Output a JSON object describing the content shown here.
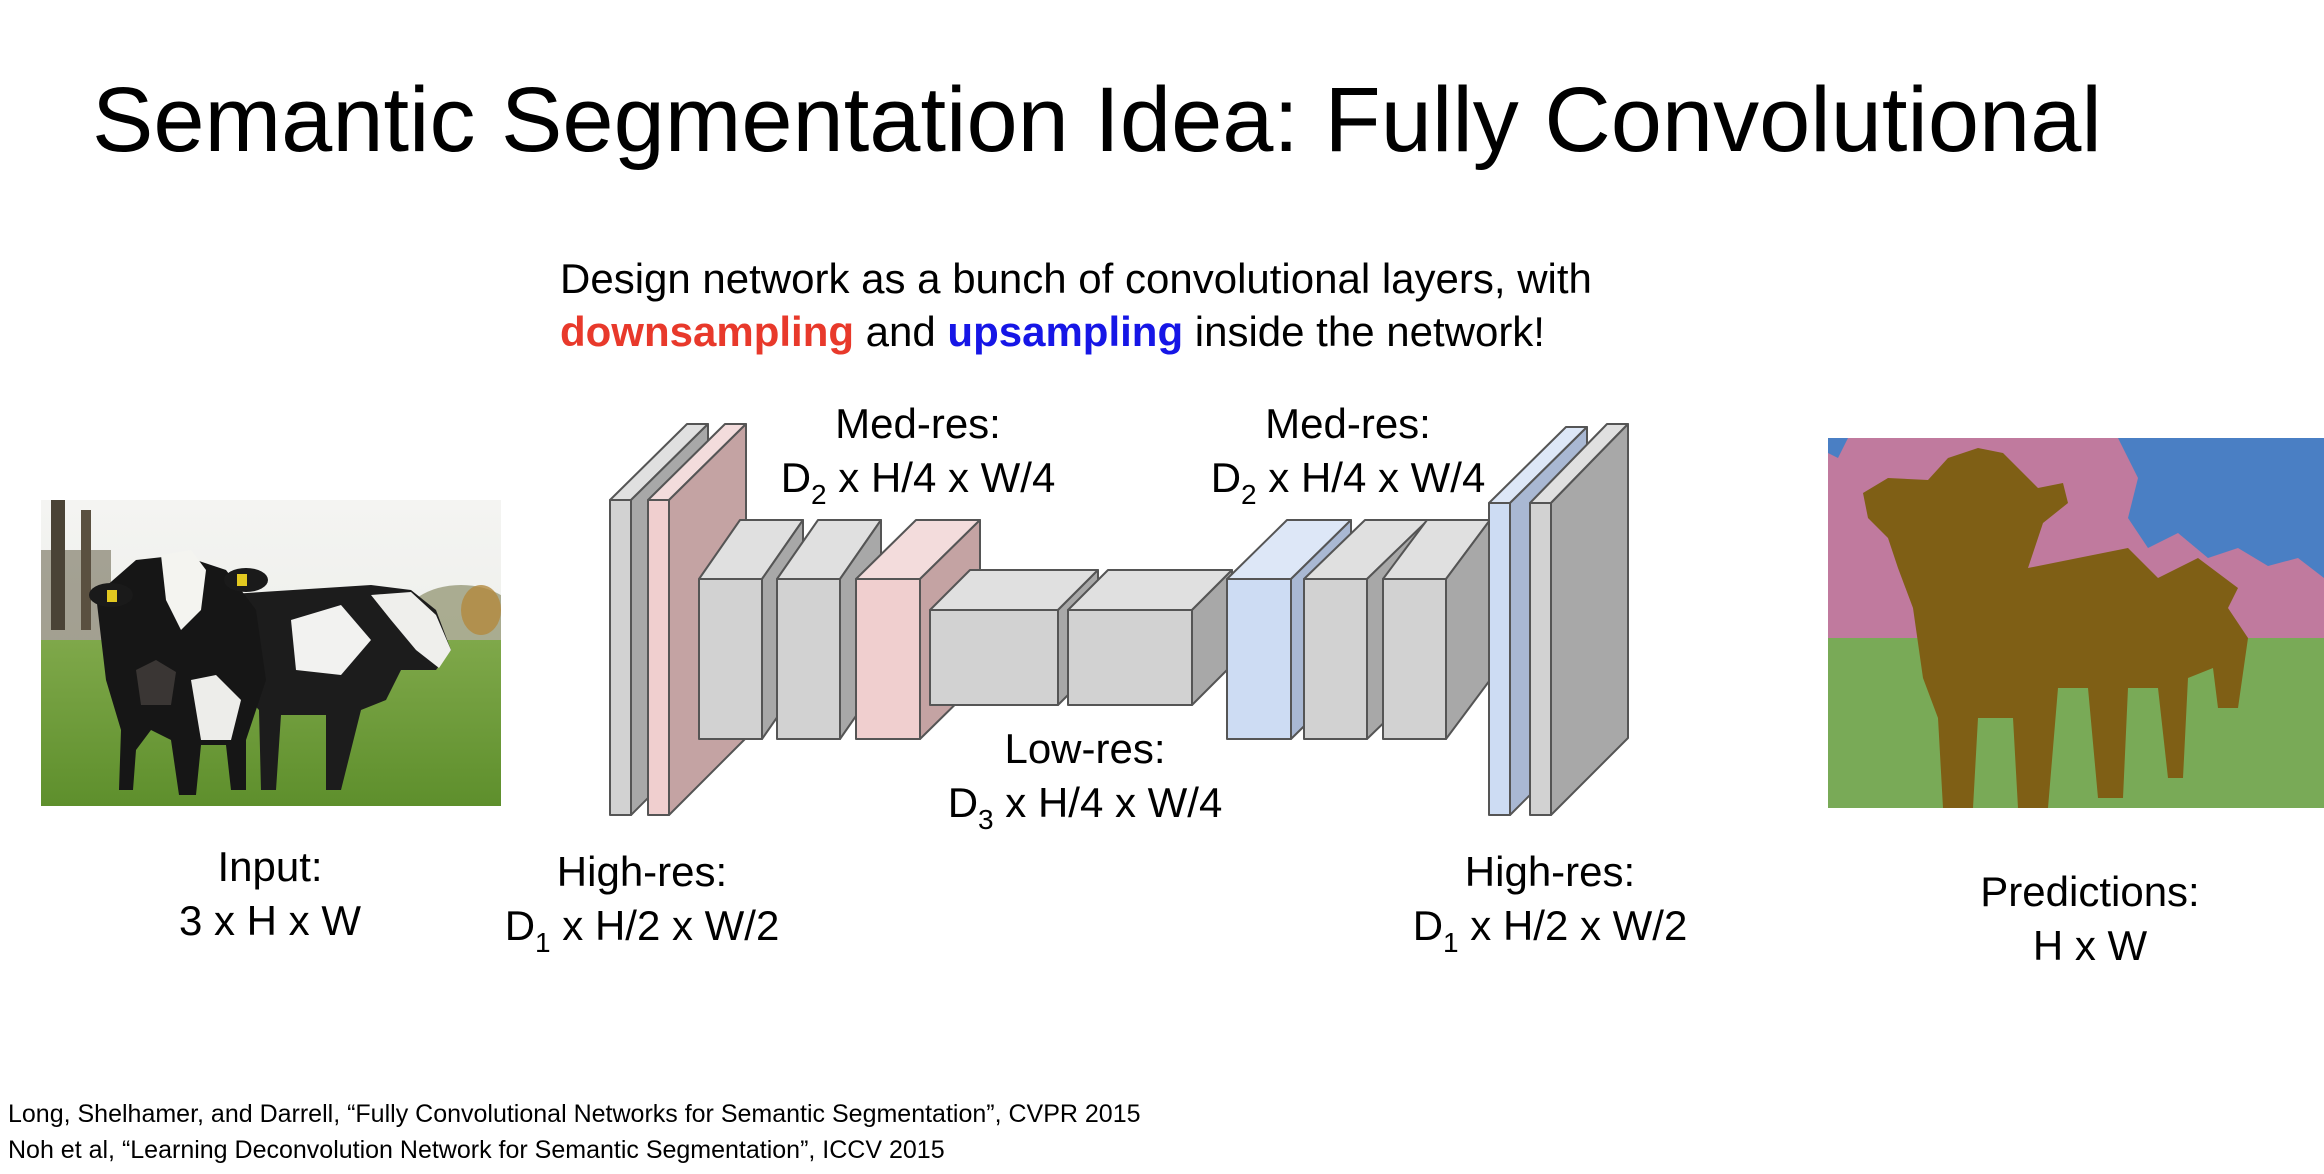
{
  "title": "Semantic Segmentation Idea: Fully Convolutional",
  "subtitle": {
    "line1": "Design network as a bunch of convolutional layers, with",
    "downsampling": "downsampling",
    "and": " and ",
    "upsampling": "upsampling",
    "rest": " inside the network!"
  },
  "colors": {
    "downsampling": "#e8392b",
    "upsampling": "#1616e6",
    "gray_block": "#d2d2d2",
    "pink_block": "#f0cfcf",
    "blue_block": "#cddcf3",
    "seg_sky_pink": "#c07a9e",
    "seg_sky_blue": "#4a7fc4",
    "seg_grass": "#79aa57",
    "seg_cow": "#7f5f15"
  },
  "input": {
    "label": "Input:",
    "dims": "3 x H x W"
  },
  "predictions": {
    "label": "Predictions:",
    "dims": "H x W"
  },
  "stages": {
    "high_res_left": {
      "label": "High-res:",
      "d": "D",
      "sub": "1",
      "dims": " x H/2 x W/2"
    },
    "med_res_left": {
      "label": "Med-res:",
      "d": "D",
      "sub": "2",
      "dims": " x H/4 x W/4"
    },
    "low_res": {
      "label": "Low-res:",
      "d": "D",
      "sub": "3",
      "dims": " x H/4 x W/4"
    },
    "med_res_right": {
      "label": "Med-res:",
      "d": "D",
      "sub": "2",
      "dims": " x H/4 x W/4"
    },
    "high_res_right": {
      "label": "High-res:",
      "d": "D",
      "sub": "1",
      "dims": " x H/2 x W/2"
    }
  },
  "citations": [
    "Long, Shelhamer, and Darrell, “Fully Convolutional Networks for Semantic Segmentation”, CVPR 2015",
    "Noh et al, “Learning Deconvolution Network for Semantic Segmentation”, ICCV 2015"
  ]
}
